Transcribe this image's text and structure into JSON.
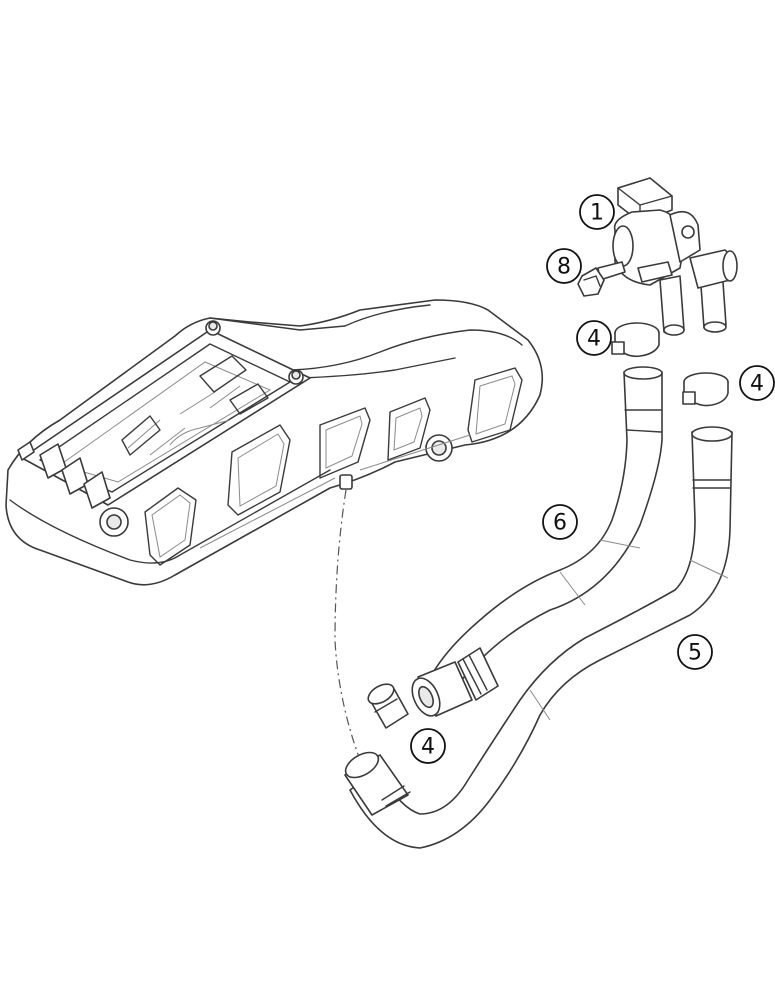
{
  "callouts": [
    {
      "id": "callout-1",
      "label": "1"
    },
    {
      "id": "callout-8",
      "label": "8"
    },
    {
      "id": "callout-4-top-left",
      "label": "4"
    },
    {
      "id": "callout-4-top-right",
      "label": "4"
    },
    {
      "id": "callout-6",
      "label": "6"
    },
    {
      "id": "callout-5",
      "label": "5"
    },
    {
      "id": "callout-4-bottom",
      "label": "4"
    }
  ],
  "colors": {
    "line": "#3a3a3a",
    "fill": "#ffffff",
    "background": "#ffffff"
  }
}
